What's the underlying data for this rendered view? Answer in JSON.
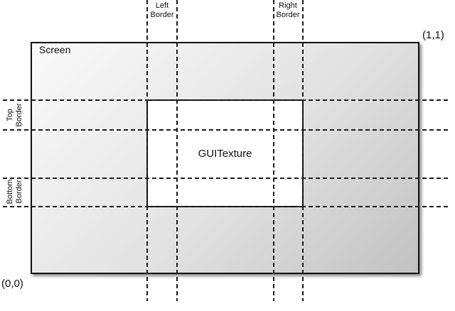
{
  "diagram": {
    "screen_label": "Screen",
    "texture_label": "GUITexture",
    "coords": {
      "top_right": "(1,1)",
      "bottom_left": "(0,0)"
    },
    "captions": {
      "left_border": {
        "line1": "Left",
        "line2": "Border"
      },
      "right_border": {
        "line1": "Right",
        "line2": "Border"
      },
      "top_border": {
        "line1": "Top",
        "line2": "Border"
      },
      "bottom_border": {
        "line1": "Bottom",
        "line2": "Border"
      }
    },
    "colors": {
      "line": "#1a1a1a",
      "screen_gradient_start": "#fafafa",
      "screen_gradient_end": "#c2c2c2",
      "texture_fill": "#ffffff",
      "background": "#ffffff"
    }
  }
}
